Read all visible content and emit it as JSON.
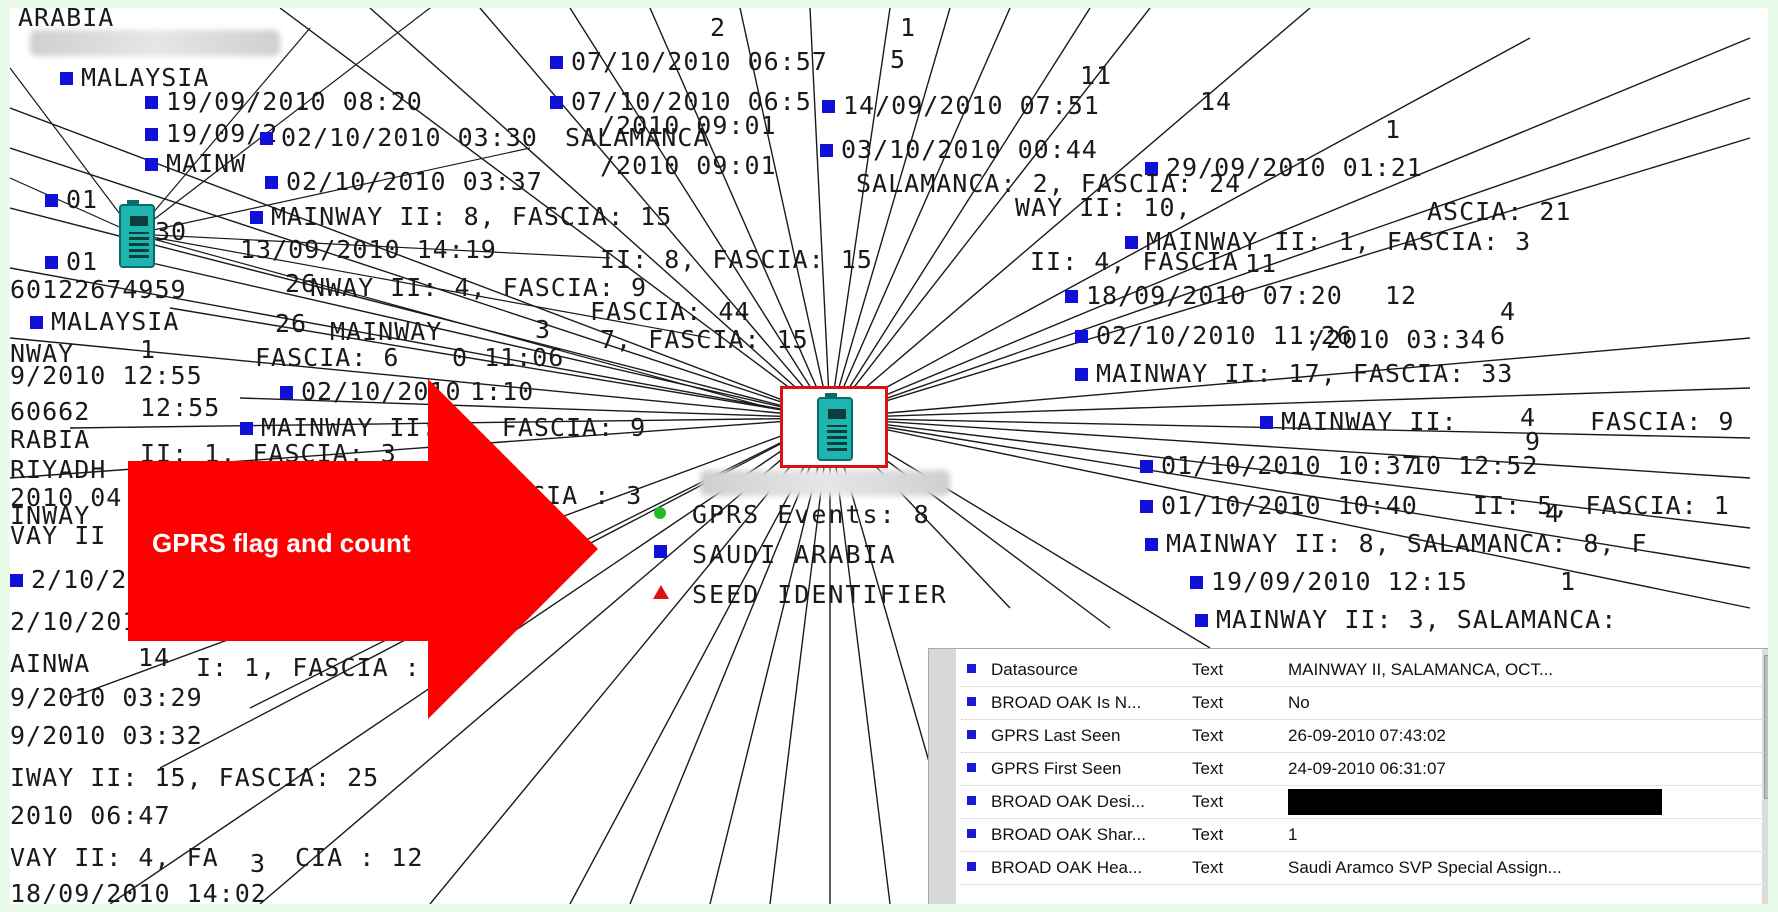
{
  "graph": {
    "labels_left": [
      "ARABIA",
      "MALAYSIA",
      "19/09/2010 08:20",
      "19/09/2",
      "MAINW",
      "01",
      "30",
      "01",
      "60122674959",
      "MALAYSIA",
      "NWAY",
      "9/2010 12:55",
      "60662",
      "12:55",
      "RABIA",
      "RIYADH",
      "2010 04",
      "INWAY",
      "VAY II",
      "2/10/2",
      "2/10/2010 08:43",
      "AINWA",
      "14",
      "I: 1, FASCIA : 3",
      "9/2010 03:29",
      "9/2010 03:32",
      "IWAY II: 15, FASCIA: 25",
      "2010 06:47",
      "VAY II: 4, FA",
      "3",
      "CIA : 12",
      "18/09/2010 14:02"
    ],
    "labels_center": [
      "07/10/2010 06:57",
      "5",
      "2",
      "1",
      "07/10/2010 06:5",
      "/2010 09:01",
      "02/10/2010 03:30",
      "SALAMANCA",
      "/2010 09:01",
      "02/10/2010 03:37",
      "MAINWAY II: 8, FASCIA: 15",
      "13/09/2010 14:19",
      "II: 8, FASCIA: 15",
      "26",
      "NWAY II: 4, FASCIA: 9",
      "FASCIA: 44",
      "26",
      "MAINWAY",
      "3",
      "7, FASCIA: 15",
      "1",
      "FASCIA: 6",
      "0 11:06",
      "02/10/2010",
      "1:10",
      "MAINWAY II: 5, FASCIA: 9",
      "II: 1, FASCIA: 3",
      "CIA : 3"
    ],
    "labels_right": [
      "11",
      "14/09/2010 07:51",
      "14",
      "03/10/2010 00:44",
      "1",
      "29/09/2010 01:21",
      "SALAMANCA: 2, FASCIA: 24",
      "WAY II: 10,",
      "ASCIA: 21",
      "MAINWAY II: 1, FASCIA: 3",
      "II: 4, FASCIA",
      "11",
      "18/09/2010 07:20",
      "12",
      "4",
      "02/10/2010 11:26",
      "/2010 03:34",
      "6",
      "MAINWAY II: 17, FASCIA: 33",
      "MAINWAY II:",
      "4",
      "FASCIA: 9",
      "9",
      "01/10/2010 10:37",
      "10 12:52",
      "01/10/2010 10:40",
      "II: 5, FASCIA: 1",
      "4",
      "MAINWAY II: 8, SALAMANCA: 8, F",
      "19/09/2010 12:15",
      "1",
      "MAINWAY II: 3, SALAMANCA:"
    ],
    "center_node": {
      "legend": [
        {
          "icon": "green-dot-icon",
          "text": "GPRS Events: 8"
        },
        {
          "icon": "blue-square-icon",
          "text": "SAUDI ARABIA"
        },
        {
          "icon": "red-triangle-icon",
          "text": "SEED IDENTIFIER"
        }
      ]
    }
  },
  "callout": {
    "text": "GPRS flag and count",
    "color": "#ff0000"
  },
  "properties": {
    "rows": [
      {
        "name": "Datasource",
        "type": "Text",
        "value": "MAINWAY II, SALAMANCA, OCT..."
      },
      {
        "name": "BROAD OAK Is N...",
        "type": "Text",
        "value": "No"
      },
      {
        "name": "GPRS Last Seen",
        "type": "Text",
        "value": "26-09-2010 07:43:02"
      },
      {
        "name": "GPRS First Seen",
        "type": "Text",
        "value": "24-09-2010 06:31:07"
      },
      {
        "name": "BROAD OAK Desi...",
        "type": "Text",
        "value": "",
        "redacted": true
      },
      {
        "name": "BROAD OAK Shar...",
        "type": "Text",
        "value": "1"
      },
      {
        "name": "BROAD OAK Hea...",
        "type": "Text",
        "value": "Saudi Aramco SVP Special Assign..."
      }
    ]
  },
  "colors": {
    "background": "#e9fbe9",
    "canvas": "#ffffff",
    "node_square": "#1010d8",
    "phone": "#1eb4b0",
    "highlight_border": "#dd1111"
  }
}
